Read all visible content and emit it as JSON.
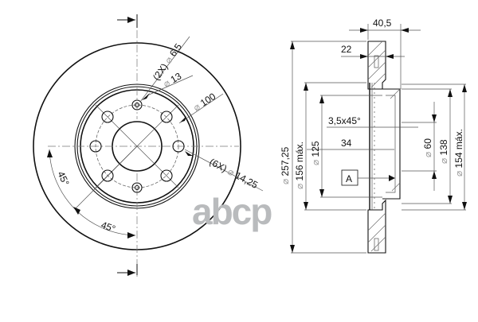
{
  "front_view": {
    "label_pin_holes": "(2X) ⌀ 6,5",
    "label_pin_holes_count": "(2X)",
    "label_pin_holes_dia": "6,5",
    "label_centering": "13",
    "label_pcd": "100",
    "label_bolt_holes_count": "(6X)",
    "label_bolt_holes_dia": "14,25",
    "angle_1": "45°",
    "angle_2": "45°"
  },
  "section_view": {
    "overall_thickness": "40,5",
    "disc_thickness": "22",
    "chamfer": "3,5x45°",
    "hat_depth": "34",
    "outer_diameter": "257,25",
    "max_inner_diameter": "156 máx.",
    "hat_outer_diameter": "125",
    "center_bore": "60",
    "hat_diameter": "138",
    "hat_max_diameter": "154 máx.",
    "datum_label": "A"
  },
  "watermark": "abcp",
  "colors": {
    "line": "#111111",
    "dimension": "#555555",
    "watermark": "#b9bbbd"
  }
}
